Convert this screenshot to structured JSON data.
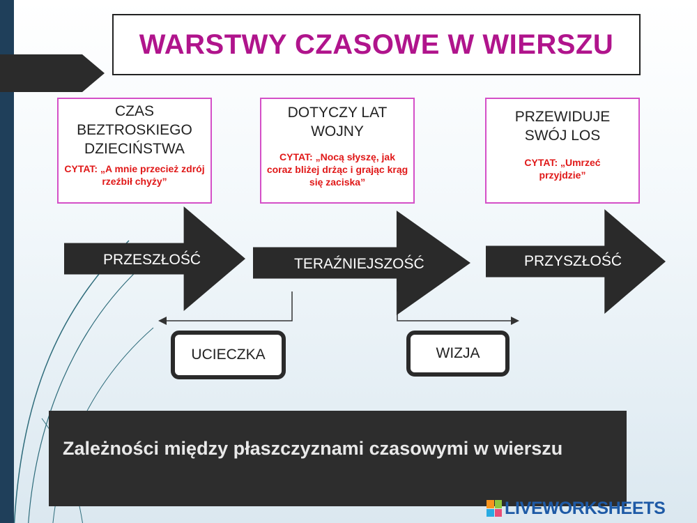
{
  "title": "WARSTWY CZASOWE W WIERSZU",
  "cards": [
    {
      "heading": "CZAS BEZTROSKIEGO DZIECIŃSTWA",
      "quote": "CYTAT: „A mnie przecież zdrój rzeźbił chyży”"
    },
    {
      "heading": "DOTYCZY LAT WOJNY",
      "quote": "CYTAT: „Nocą słyszę, jak coraz bliżej drżąc i grając krąg się zaciska”"
    },
    {
      "heading": "PRZEWIDUJE SWÓJ LOS",
      "quote": "CYTAT: „Umrzeć przyjdzie”"
    }
  ],
  "arrows": [
    "PRZESZŁOŚĆ",
    "TERAŹNIEJSZOŚĆ",
    "PRZYSZŁOŚĆ"
  ],
  "relations": [
    "UCIECZKA",
    "WIZJA"
  ],
  "caption": "Zależności między płaszczyznami czasowymi w wierszu",
  "brand": "LIVEWORKSHEETS",
  "colors": {
    "title": "#b0148c",
    "card_border": "#d44fc7",
    "quote": "#e01818",
    "arrow": "#2a2a2a",
    "sidebar": "#1f3f5a"
  }
}
